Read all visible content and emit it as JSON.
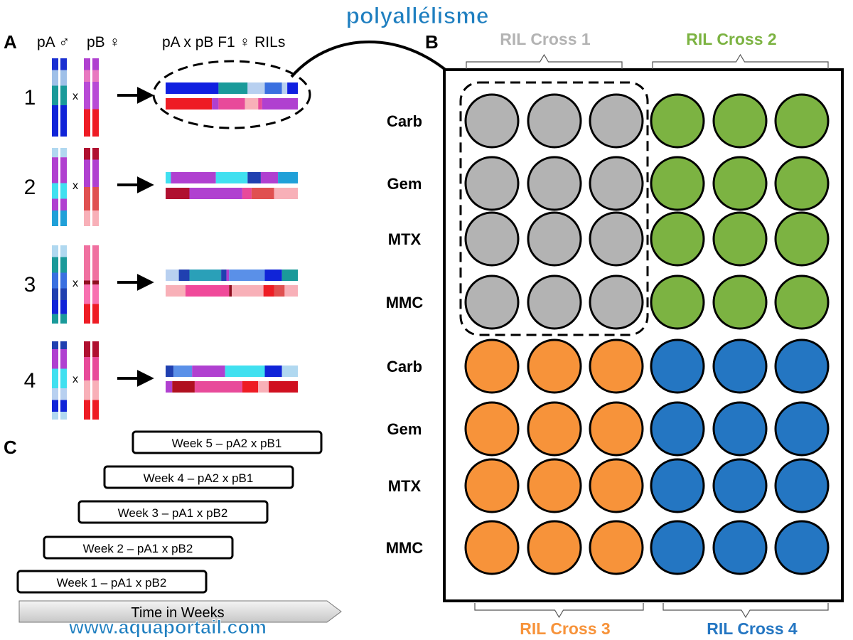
{
  "watermark": {
    "title": "polyallélisme",
    "url": "www.aquaportail.com",
    "title_color": "#1f7fc0",
    "url_color": "#1f7fc0"
  },
  "panel_a": {
    "letter": "A",
    "header_pa": "pA ♂",
    "header_pb": "pB ♀",
    "header_f1": "pA x pB F1 ♀ RILs",
    "cross_symbol": "x",
    "rows": [
      {
        "number": "1",
        "pa_segments": [
          {
            "from": 0,
            "to": 0.15,
            "color": "#1a2fd1"
          },
          {
            "from": 0.15,
            "to": 0.35,
            "color": "#9fc0e8"
          },
          {
            "from": 0.35,
            "to": 0.6,
            "color": "#1a9a9a"
          },
          {
            "from": 0.6,
            "to": 1,
            "color": "#1024d8"
          }
        ],
        "pb_segments": [
          {
            "from": 0,
            "to": 0.15,
            "color": "#b040d0"
          },
          {
            "from": 0.15,
            "to": 0.3,
            "color": "#e878c0"
          },
          {
            "from": 0.3,
            "to": 0.65,
            "color": "#b84ad6"
          },
          {
            "from": 0.65,
            "to": 1,
            "color": "#ee1c24"
          }
        ],
        "f1_top": [
          {
            "from": 0,
            "to": 0.4,
            "color": "#1020e0"
          },
          {
            "from": 0.4,
            "to": 0.62,
            "color": "#1a9a9a"
          },
          {
            "from": 0.62,
            "to": 0.75,
            "color": "#b8d0f0"
          },
          {
            "from": 0.75,
            "to": 0.88,
            "color": "#3a70e0"
          },
          {
            "from": 0.88,
            "to": 0.92,
            "color": "#b8d0f0"
          },
          {
            "from": 0.92,
            "to": 1,
            "color": "#1020e0"
          }
        ],
        "f1_bottom": [
          {
            "from": 0,
            "to": 0.35,
            "color": "#ee1c24"
          },
          {
            "from": 0.35,
            "to": 0.4,
            "color": "#b040d0"
          },
          {
            "from": 0.4,
            "to": 0.6,
            "color": "#e84a9a"
          },
          {
            "from": 0.6,
            "to": 0.7,
            "color": "#f8b0b8"
          },
          {
            "from": 0.7,
            "to": 0.73,
            "color": "#e84a9a"
          },
          {
            "from": 0.73,
            "to": 1,
            "color": "#b040d0"
          }
        ]
      },
      {
        "number": "2",
        "pa_segments": [
          {
            "from": 0,
            "to": 0.12,
            "color": "#b0d8f0"
          },
          {
            "from": 0.12,
            "to": 0.45,
            "color": "#b040d0"
          },
          {
            "from": 0.45,
            "to": 0.65,
            "color": "#40e0f0"
          },
          {
            "from": 0.65,
            "to": 0.8,
            "color": "#b040d0"
          },
          {
            "from": 0.8,
            "to": 1,
            "color": "#20a0d8"
          }
        ],
        "pb_segments": [
          {
            "from": 0,
            "to": 0.15,
            "color": "#b01030"
          },
          {
            "from": 0.15,
            "to": 0.5,
            "color": "#b040d0"
          },
          {
            "from": 0.5,
            "to": 0.8,
            "color": "#e05050"
          },
          {
            "from": 0.8,
            "to": 1,
            "color": "#f8b0b8"
          }
        ],
        "f1_top": [
          {
            "from": 0,
            "to": 0.04,
            "color": "#40e0f0"
          },
          {
            "from": 0.04,
            "to": 0.38,
            "color": "#b040d0"
          },
          {
            "from": 0.38,
            "to": 0.62,
            "color": "#40e0f0"
          },
          {
            "from": 0.62,
            "to": 0.72,
            "color": "#2040b0"
          },
          {
            "from": 0.72,
            "to": 0.85,
            "color": "#b040d0"
          },
          {
            "from": 0.85,
            "to": 1,
            "color": "#20a0d8"
          }
        ],
        "f1_bottom": [
          {
            "from": 0,
            "to": 0.18,
            "color": "#b01030"
          },
          {
            "from": 0.18,
            "to": 0.58,
            "color": "#b040d0"
          },
          {
            "from": 0.58,
            "to": 0.65,
            "color": "#e84a9a"
          },
          {
            "from": 0.65,
            "to": 0.82,
            "color": "#e05050"
          },
          {
            "from": 0.82,
            "to": 1,
            "color": "#f8b0b8"
          }
        ]
      },
      {
        "number": "3",
        "pa_segments": [
          {
            "from": 0,
            "to": 0.15,
            "color": "#b0d8f0"
          },
          {
            "from": 0.15,
            "to": 0.35,
            "color": "#1a9a9a"
          },
          {
            "from": 0.35,
            "to": 0.55,
            "color": "#3a70e0"
          },
          {
            "from": 0.55,
            "to": 0.7,
            "color": "#2040b0"
          },
          {
            "from": 0.7,
            "to": 0.88,
            "color": "#1024d8"
          },
          {
            "from": 0.88,
            "to": 1,
            "color": "#1a9a9a"
          }
        ],
        "pb_segments": [
          {
            "from": 0,
            "to": 0.45,
            "color": "#f070a0"
          },
          {
            "from": 0.45,
            "to": 0.5,
            "color": "#901020"
          },
          {
            "from": 0.5,
            "to": 0.75,
            "color": "#f870b0"
          },
          {
            "from": 0.75,
            "to": 1,
            "color": "#ee1c24"
          }
        ],
        "f1_top": [
          {
            "from": 0,
            "to": 0.1,
            "color": "#b8d0f0"
          },
          {
            "from": 0.1,
            "to": 0.18,
            "color": "#2040b0"
          },
          {
            "from": 0.18,
            "to": 0.42,
            "color": "#2aa0b8"
          },
          {
            "from": 0.42,
            "to": 0.46,
            "color": "#2040b0"
          },
          {
            "from": 0.46,
            "to": 0.48,
            "color": "#b040d0"
          },
          {
            "from": 0.48,
            "to": 0.75,
            "color": "#5a90e8"
          },
          {
            "from": 0.75,
            "to": 0.88,
            "color": "#1024d8"
          },
          {
            "from": 0.88,
            "to": 1,
            "color": "#1a9a9a"
          }
        ],
        "f1_bottom": [
          {
            "from": 0,
            "to": 0.15,
            "color": "#f8b0b8"
          },
          {
            "from": 0.15,
            "to": 0.48,
            "color": "#f04a9a"
          },
          {
            "from": 0.48,
            "to": 0.5,
            "color": "#901020"
          },
          {
            "from": 0.5,
            "to": 0.74,
            "color": "#f8b0b8"
          },
          {
            "from": 0.74,
            "to": 0.82,
            "color": "#ee1c24"
          },
          {
            "from": 0.82,
            "to": 0.9,
            "color": "#e05050"
          },
          {
            "from": 0.9,
            "to": 1,
            "color": "#f8b0b8"
          }
        ]
      },
      {
        "number": "4",
        "pa_segments": [
          {
            "from": 0,
            "to": 0.1,
            "color": "#2040b0"
          },
          {
            "from": 0.1,
            "to": 0.35,
            "color": "#b040d0"
          },
          {
            "from": 0.35,
            "to": 0.6,
            "color": "#40e0f0"
          },
          {
            "from": 0.6,
            "to": 0.75,
            "color": "#b8d0f0"
          },
          {
            "from": 0.75,
            "to": 0.9,
            "color": "#1024d8"
          },
          {
            "from": 0.9,
            "to": 1,
            "color": "#b0d8f0"
          }
        ],
        "pb_segments": [
          {
            "from": 0,
            "to": 0.2,
            "color": "#b01030"
          },
          {
            "from": 0.2,
            "to": 0.5,
            "color": "#e84a9a"
          },
          {
            "from": 0.5,
            "to": 0.75,
            "color": "#f8b0b8"
          },
          {
            "from": 0.75,
            "to": 1,
            "color": "#ee1c24"
          }
        ],
        "f1_top": [
          {
            "from": 0,
            "to": 0.06,
            "color": "#2040b0"
          },
          {
            "from": 0.06,
            "to": 0.2,
            "color": "#5a90e8"
          },
          {
            "from": 0.2,
            "to": 0.45,
            "color": "#b040d0"
          },
          {
            "from": 0.45,
            "to": 0.75,
            "color": "#40e0f0"
          },
          {
            "from": 0.75,
            "to": 0.88,
            "color": "#1024d8"
          },
          {
            "from": 0.88,
            "to": 1,
            "color": "#b0d8f0"
          }
        ],
        "f1_bottom": [
          {
            "from": 0,
            "to": 0.05,
            "color": "#b040d0"
          },
          {
            "from": 0.05,
            "to": 0.22,
            "color": "#b01020"
          },
          {
            "from": 0.22,
            "to": 0.58,
            "color": "#e84a9a"
          },
          {
            "from": 0.58,
            "to": 0.7,
            "color": "#ee1c24"
          },
          {
            "from": 0.7,
            "to": 0.78,
            "color": "#f8b0b8"
          },
          {
            "from": 0.78,
            "to": 1,
            "color": "#d01020"
          }
        ]
      }
    ]
  },
  "panel_b": {
    "letter": "B",
    "row_labels": [
      "Carb",
      "Gem",
      "MTX",
      "MMC",
      "Carb",
      "Gem",
      "MTX",
      "MMC"
    ],
    "crosses": [
      {
        "label": "RIL Cross 1",
        "color": "#b3b3b3",
        "fill": "#b3b3b3",
        "label_position": "top-left"
      },
      {
        "label": "RIL Cross 2",
        "color": "#7cb342",
        "fill": "#7cb342",
        "label_position": "top-right"
      },
      {
        "label": "RIL Cross 3",
        "color": "#f7933a",
        "fill": "#f7933a",
        "label_position": "bottom-left"
      },
      {
        "label": "RIL Cross 4",
        "color": "#2476c2",
        "fill": "#2476c2",
        "label_position": "bottom-right"
      }
    ]
  },
  "panel_c": {
    "letter": "C",
    "weeks": [
      "Week 1 – pA1 x pB2",
      "Week 2 – pA1 x pB2",
      "Week 3 – pA1 x pB2",
      "Week 4 – pA2 x pB1",
      "Week 5 – pA2 x pB1"
    ],
    "timeline_label": "Time in Weeks"
  }
}
